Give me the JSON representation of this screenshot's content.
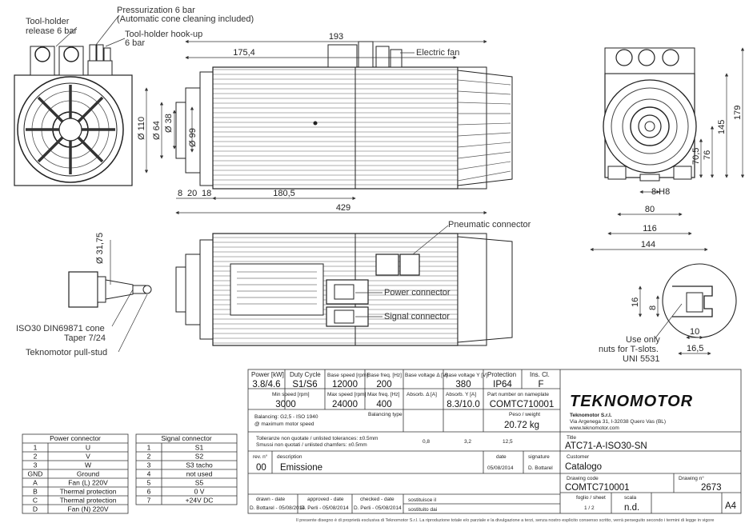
{
  "callouts": {
    "toolholder_release": "Tool-holder\nrelease 6 bar",
    "pressurization_1": "Pressurization 6 bar",
    "pressurization_2": "(Automatic cone cleaning included)",
    "toolholder_hookup_1": "Tool-holder hook-up",
    "toolholder_hookup_2": "6 bar",
    "electric_fan": "Electric fan",
    "pneumatic_connector": "Pneumatic connector",
    "power_connector": "Power connector",
    "signal_connector": "Signal connector",
    "iso30_1": "ISO30 DIN69871 cone",
    "iso30_2": "Taper 7/24",
    "pullstud": "Teknomotor pull-stud",
    "tslot_1": "Use only",
    "tslot_2": "nuts for T-slots.",
    "tslot_3": "UNI 5531"
  },
  "dimensions": {
    "d193": "193",
    "d175": "175,4",
    "d429": "429",
    "d180": "180,5",
    "d8": "8",
    "d20": "20",
    "d18": "18",
    "dia110": "Ø 110",
    "dia64": "Ø 64",
    "dia38": "Ø 38",
    "dia99": "Ø 99",
    "dia3175": "Ø 31,75",
    "h179": "179",
    "h145": "145",
    "h76": "76",
    "h705": "70,5",
    "w8h8": "8 H8",
    "w80": "80",
    "w116": "116",
    "w144": "144",
    "t16": "16",
    "t8": "8",
    "t10": "10",
    "t165": "16,5"
  },
  "titleblock": {
    "power_h": "Power [kW]",
    "power_v": "3.8/4.6",
    "duty_h": "Duty Cycle",
    "duty_v": "S1/S6",
    "bspeed_h": "Base speed [rpm]",
    "bspeed_v": "12000",
    "bfreq_h": "Base freq. [Hz]",
    "bfreq_v": "200",
    "bvd_h": "Base voltage Δ [V]",
    "bvd_v": "",
    "bvy_h": "Base voltage Y [V]",
    "bvy_v": "380",
    "prot_h": "Protection",
    "prot_v": "IP64",
    "ins_h": "Ins. Cl.",
    "ins_v": "F",
    "minspeed_h": "Min speed [rpm]",
    "minspeed_v": "3000",
    "maxspeed_h": "Max speed [rpm]",
    "maxspeed_v": "24000",
    "maxfreq_h": "Max freq. [Hz]",
    "maxfreq_v": "400",
    "absd_h": "Absorb. Δ [A]",
    "absd_v": "",
    "absy_h": "Absorb. Y [A]",
    "absy_v": "8.3/10.0",
    "partno_h": "Part number on nameplate",
    "partno_v": "COMTC710001",
    "balancing_1": "Balancing: G2,5 - ISO 1940",
    "balancing_2": "@ maximum motor speed",
    "baltype_h": "Balancing type",
    "weight_h": "Peso / weight",
    "weight_v": "20.72 kg",
    "tol_1": "Tolleranze non quotate / unlisted tolerances: ±0.5mm",
    "tol_2": "Smussi non quotati / unlisted chamfers: ±0.5mm",
    "rough_1": "0,8",
    "rough_2": "3,2",
    "rough_3": "12,5",
    "title_h": "Title",
    "title_v": "ATC71-A-ISO30-SN",
    "rev_h": "rev. n°",
    "rev_v": "00",
    "desc_h": "description",
    "desc_v": "Emissione",
    "date_h": "date",
    "date_v": "05/08/2014",
    "sig_h": "signature",
    "sig_v": "D. Bottarel",
    "customer_h": "Customer",
    "customer_v": "Catalogo",
    "drawcode_h": "Drawing code",
    "drawcode_v": "COMTC710001",
    "drawno_h": "Drawing n°",
    "drawno_v": "2673",
    "drawn_h": "drawn - date",
    "drawn_v": "D. Bottarel - 05/08/2014",
    "approved_h": "approved - date",
    "approved_v": "D. Perli - 05/08/2014",
    "checked_h": "checked - date",
    "checked_v": "D. Perli - 05/08/2014",
    "replaces": "sostituisce il",
    "replaced_by": "sostituito dai",
    "sheet_h": "foglio / sheet",
    "sheet_v": "1 / 2",
    "scale_h": "scala",
    "scale_v": "n.d.",
    "format": "A4",
    "company_name": "Teknomotor S.r.l.",
    "company_addr": "Via Argenega 31, I-32038 Quero Vas (BL)",
    "company_web": "www.teknomotor.com",
    "logo": "TEKNOMOTOR",
    "footer": "Il presente disegno è di proprietà esclusiva di Teknomotor S.r.l. La riproduzione totale e/o parziale e la divulgazione a terzi, senza nostro esplicito consenso scritto, verrà perseguito secondo i termini di legge in vigore"
  },
  "power_connector": {
    "title": "Power connector",
    "rows": [
      [
        "1",
        "U"
      ],
      [
        "2",
        "V"
      ],
      [
        "3",
        "W"
      ],
      [
        "GND",
        "Ground"
      ],
      [
        "A",
        "Fan (L) 220V"
      ],
      [
        "B",
        "Thermal protection"
      ],
      [
        "C",
        "Thermal protection"
      ],
      [
        "D",
        "Fan (N) 220V"
      ]
    ]
  },
  "signal_connector": {
    "title": "Signal connector",
    "rows": [
      [
        "1",
        "S1"
      ],
      [
        "2",
        "S2"
      ],
      [
        "3",
        "S3 tacho"
      ],
      [
        "4",
        "not used"
      ],
      [
        "5",
        "S5"
      ],
      [
        "6",
        "0 V"
      ],
      [
        "7",
        "+24V DC"
      ]
    ]
  }
}
